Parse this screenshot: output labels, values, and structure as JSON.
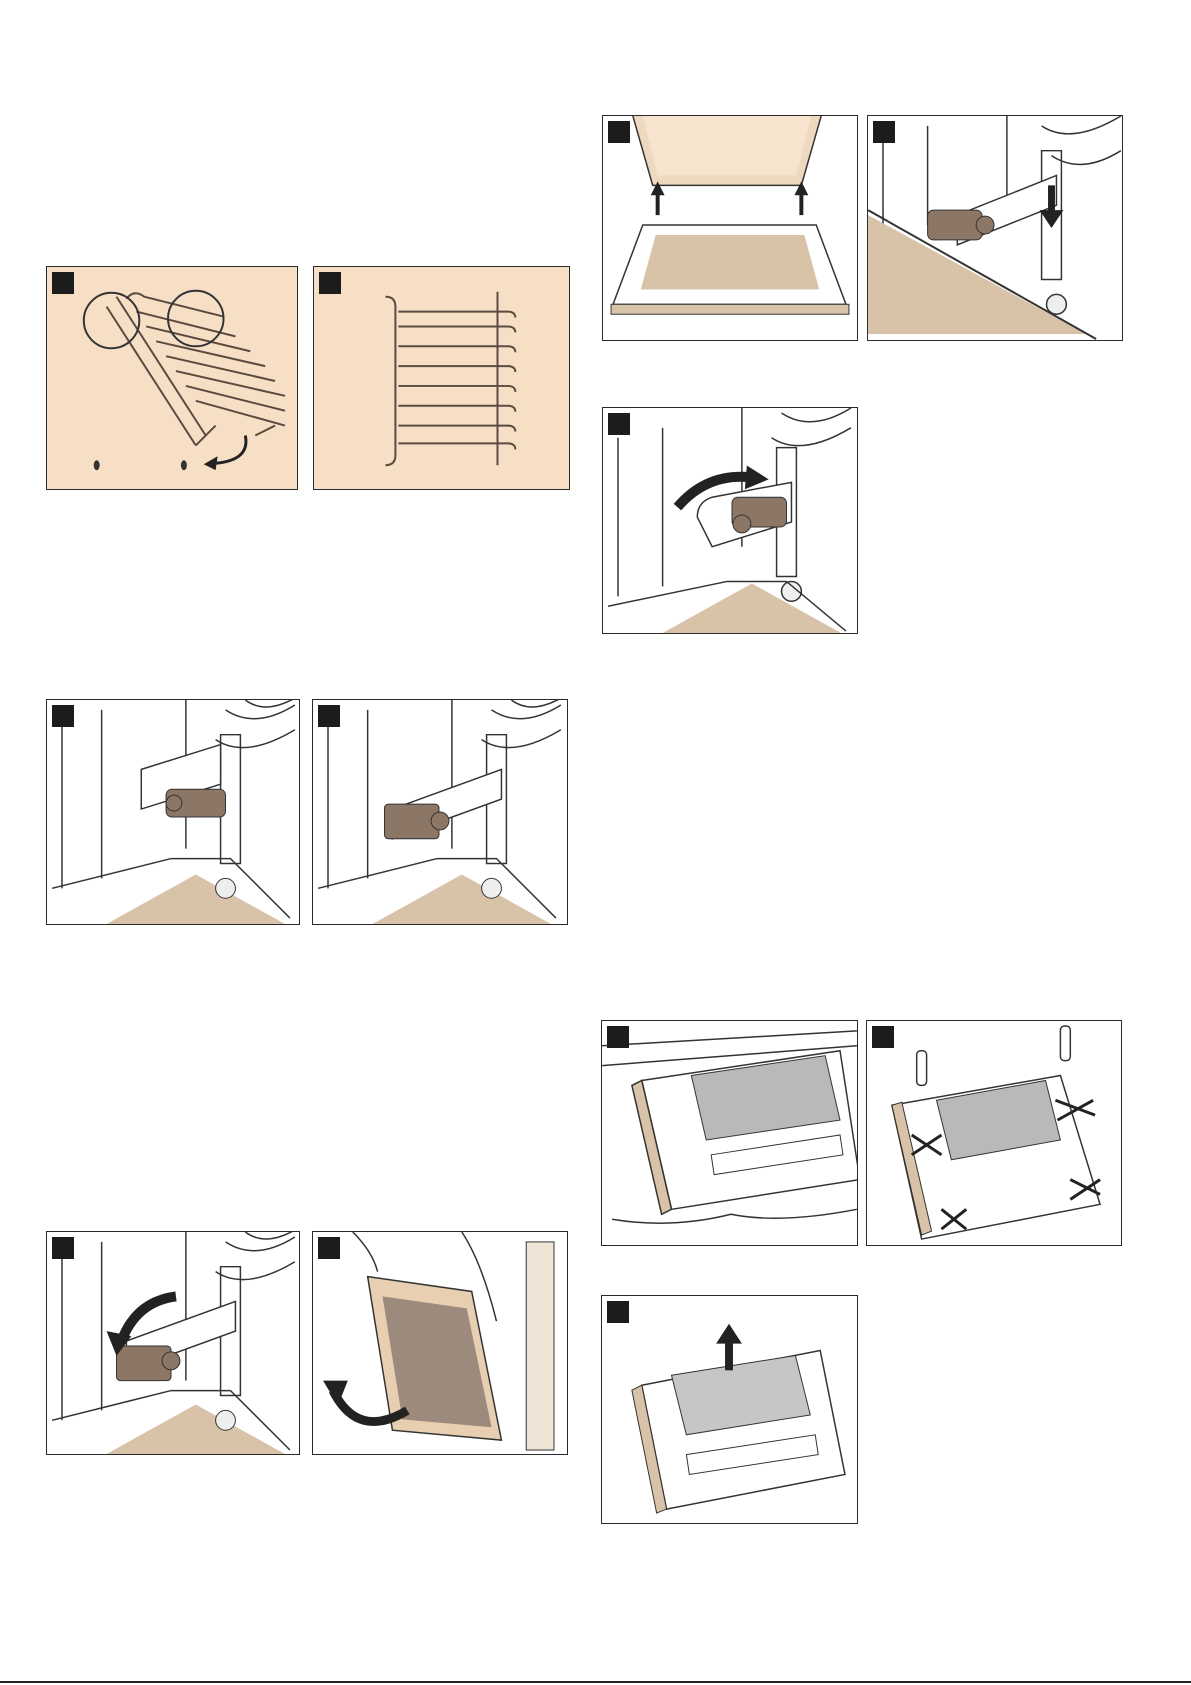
{
  "page": {
    "description_free": true
  },
  "colors": {
    "panel_border": "#2a2a2a",
    "tint": "#f6dfc5",
    "hinge_brown": "#8c7666",
    "floor_beige": "#d9c3a8",
    "glass_grey": "#b9b9b9"
  },
  "figures": [
    {
      "id": "rack-hooks",
      "marker": ""
    },
    {
      "id": "rack-front",
      "marker": ""
    },
    {
      "id": "hinge-open",
      "marker": ""
    },
    {
      "id": "hinge-closed",
      "marker": ""
    },
    {
      "id": "hinge-fold",
      "marker": ""
    },
    {
      "id": "door-lift",
      "marker": ""
    },
    {
      "id": "door-glass-up",
      "marker": ""
    },
    {
      "id": "hinge-push-down",
      "marker": ""
    },
    {
      "id": "hinge-flip-up",
      "marker": ""
    },
    {
      "id": "panel-lying",
      "marker": ""
    },
    {
      "id": "panel-screws",
      "marker": ""
    },
    {
      "id": "panel-glass-out",
      "marker": ""
    }
  ]
}
